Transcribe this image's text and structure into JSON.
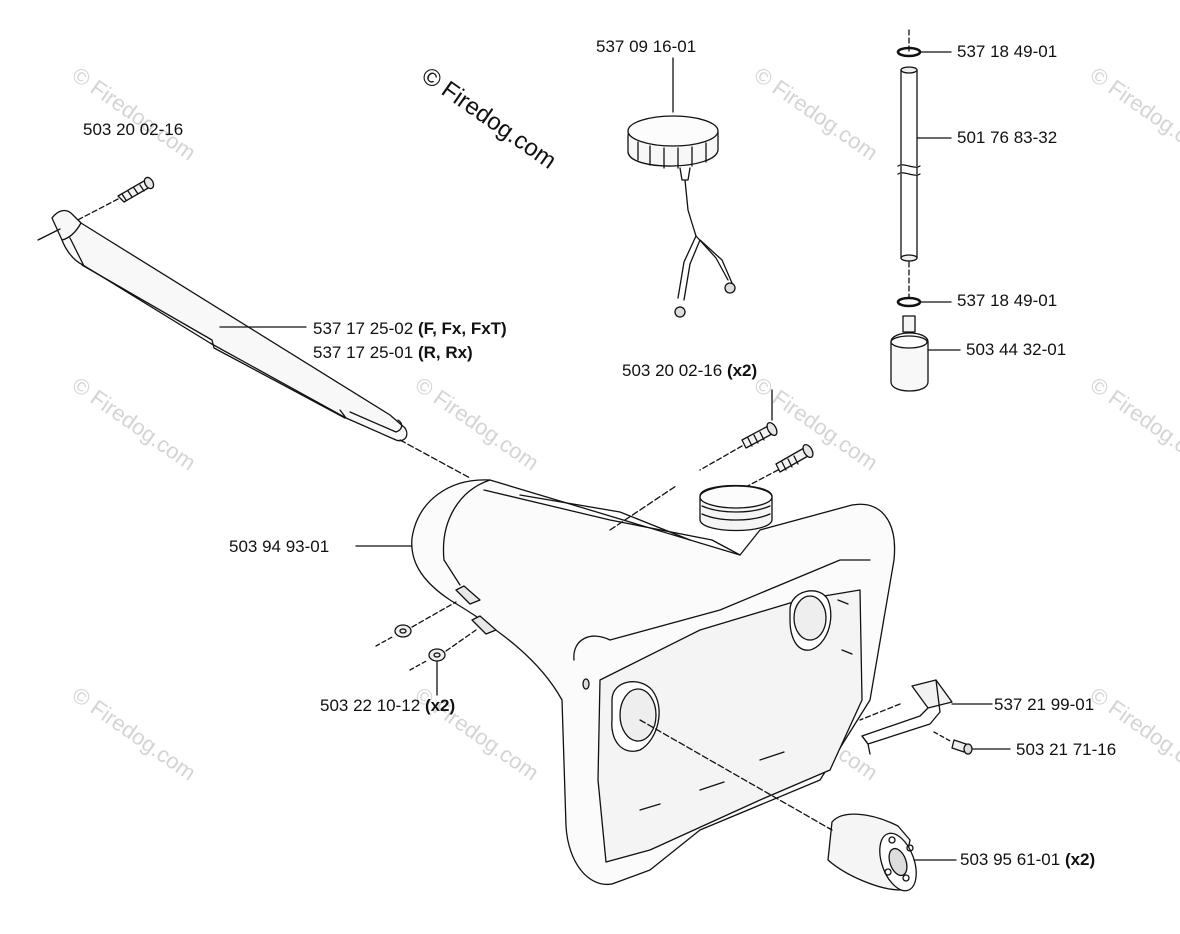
{
  "copyright": "© Firedog.com",
  "watermark": "© Firedog.com",
  "colors": {
    "ink": "#111111",
    "watermark": "#d4d4d4",
    "background": "#ffffff"
  },
  "labels": {
    "bolt_top_left": {
      "part": "503 20 02-16",
      "note": ""
    },
    "fuel_cap": {
      "part": "537 09 16-01",
      "note": ""
    },
    "oring_top": {
      "part": "537 18 49-01",
      "note": ""
    },
    "fuel_hose": {
      "part": "501 76 83-32",
      "note": ""
    },
    "oring_bottom": {
      "part": "537 18 49-01",
      "note": ""
    },
    "fuel_filter": {
      "part": "503 44 32-01",
      "note": ""
    },
    "handle_ffx": {
      "part": "537 17 25-02",
      "note": "(F, Fx, FxT)"
    },
    "handle_rrx": {
      "part": "537 17 25-01",
      "note": "(R, Rx)"
    },
    "bolt_pair": {
      "part": "503 20 02-16",
      "note": "(x2)"
    },
    "tank": {
      "part": "503 94 93-01",
      "note": ""
    },
    "nut_pair": {
      "part": "503 22 10-12",
      "note": "(x2)"
    },
    "bracket": {
      "part": "537 21 99-01",
      "note": ""
    },
    "screw": {
      "part": "503 21 71-16",
      "note": ""
    },
    "damper": {
      "part": "503 95 61-01",
      "note": "(x2)"
    }
  }
}
